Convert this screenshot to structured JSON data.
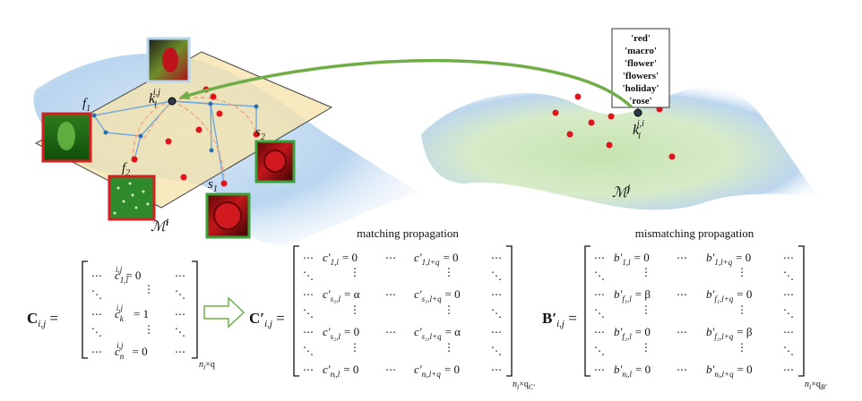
{
  "top": {
    "left_manifold": {
      "symbol": "ℳ",
      "superscript": "i",
      "key_point": {
        "base": "k",
        "sub": "l",
        "sup": "i,j"
      },
      "f1": {
        "base": "f",
        "sub": "1"
      },
      "f2": {
        "base": "f",
        "sub": "2"
      },
      "s1": {
        "base": "s",
        "sub": "1"
      },
      "s2": {
        "base": "s",
        "sub": "2"
      }
    },
    "right_manifold": {
      "symbol": "ℳ",
      "superscript": "j",
      "key_point": {
        "base": "k",
        "sub": "l",
        "sup": "j,i"
      }
    },
    "tags": [
      "'red'",
      "'macro'",
      "'flower'",
      "'flowers'",
      "'holiday'",
      "'rose'"
    ]
  },
  "bottom": {
    "matching_title": "matching propagation",
    "mismatching_title": "mismatching propagation",
    "matrix_C": {
      "lhs": "C",
      "lhs_sub": "i,j",
      "size_sub": "n",
      "size_sub2": "i",
      "size_tail": "×q",
      "rows": [
        {
          "c": "c",
          "sub": "1,l",
          "sup": "i,j",
          "val": "= 0"
        },
        {
          "c": "c",
          "sub": "k",
          "sup": "i,j",
          "val": "= 1"
        },
        {
          "c": "c",
          "sub": "n",
          "sup": "i,j",
          "val": "= 0"
        }
      ]
    },
    "matrix_Cp": {
      "lhs": "C′",
      "lhs_sub": "i,j",
      "size_label": "n",
      "size_tail": "×q",
      "size_tail_sub": "C′",
      "left_col": [
        {
          "sub": "1,l",
          "val": "= 0"
        },
        {
          "sub": "s₁,l",
          "val": "= α"
        },
        {
          "sub": "s₂,l",
          "val": "= 0"
        },
        {
          "sub": "nᵢ,l",
          "val": "= 0"
        }
      ],
      "right_col": [
        {
          "sub": "1,l+q",
          "val": "= 0"
        },
        {
          "sub": "s₁,l+q",
          "val": "= 0"
        },
        {
          "sub": "s₂,l+q",
          "val": "= α"
        },
        {
          "sub": "nᵢ,l+q",
          "val": "= 0"
        }
      ]
    },
    "matrix_Bp": {
      "lhs": "B′",
      "lhs_sub": "i,j",
      "size_label": "n",
      "size_tail": "×q",
      "size_tail_sub": "B′",
      "left_col": [
        {
          "sub": "1,l",
          "val": "= 0"
        },
        {
          "sub": "f₁,l",
          "val": "= β"
        },
        {
          "sub": "f₂,l",
          "val": "= 0"
        },
        {
          "sub": "nᵢ,l",
          "val": "= 0"
        }
      ],
      "right_col": [
        {
          "sub": "1,l+q",
          "val": "= 0"
        },
        {
          "sub": "f₁,l+q",
          "val": "= 0"
        },
        {
          "sub": "f₂,l+q",
          "val": "= β"
        },
        {
          "sub": "nᵢ,l+q",
          "val": "= 0"
        }
      ]
    }
  },
  "colors": {
    "left_manifold": "#9ec3e6",
    "right_manifold_green": "#a9d18e",
    "plane": "#f6e3a8",
    "point": "#e0141a",
    "arrow": "#70ad47",
    "link": "#6fa8dc",
    "dashed": "#f4a582",
    "red_frame": "#d62020",
    "green_frame": "#3aa13a"
  }
}
